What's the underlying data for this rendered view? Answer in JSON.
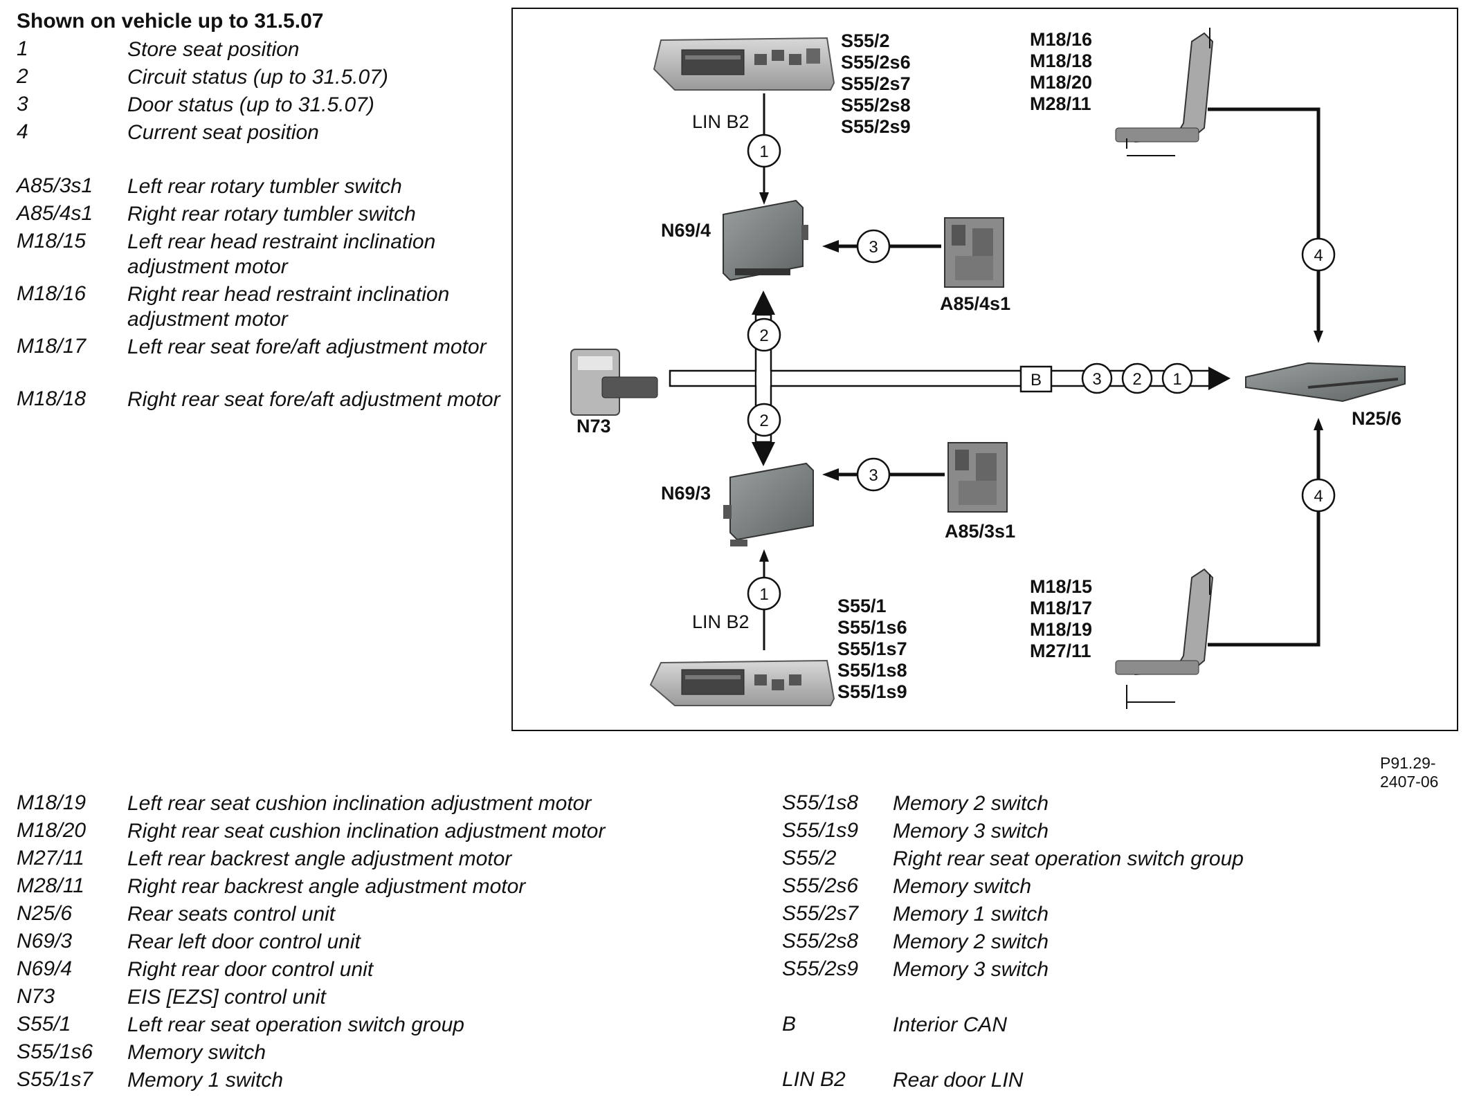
{
  "legend": {
    "title": "Shown on vehicle up to 31.5.07",
    "items": [
      {
        "code": "1",
        "desc": "Store seat position"
      },
      {
        "code": "2",
        "desc": "Circuit status (up to 31.5.07)"
      },
      {
        "code": "3",
        "desc": "Door status (up to 31.5.07)"
      },
      {
        "code": "4",
        "desc": "Current seat position"
      },
      {
        "code": "A85/3s1",
        "desc": "Left rear rotary tumbler switch"
      },
      {
        "code": "A85/4s1",
        "desc": "Right rear rotary tumbler switch"
      },
      {
        "code": "M18/15",
        "desc": "Left rear head restraint inclination adjustment motor"
      },
      {
        "code": "M18/16",
        "desc": "Right rear head restraint inclination adjustment motor"
      },
      {
        "code": "M18/17",
        "desc": "Left rear seat fore/aft adjustment motor"
      },
      {
        "code": "M18/18",
        "desc": "Right rear seat fore/aft adjustment motor"
      }
    ]
  },
  "bottom_left": [
    {
      "code": "M18/19",
      "desc": "Left rear seat cushion inclination adjustment motor"
    },
    {
      "code": "M18/20",
      "desc": "Right rear seat cushion inclination adjustment motor"
    },
    {
      "code": "M27/11",
      "desc": "Left rear backrest angle adjustment motor"
    },
    {
      "code": "M28/11",
      "desc": "Right rear backrest angle adjustment motor"
    },
    {
      "code": "N25/6",
      "desc": "Rear seats control unit"
    },
    {
      "code": "N69/3",
      "desc": "Rear left door control unit"
    },
    {
      "code": "N69/4",
      "desc": "Right rear door control unit"
    },
    {
      "code": "N73",
      "desc": "EIS [EZS] control unit"
    },
    {
      "code": "S55/1",
      "desc": "Left rear seat operation switch group"
    },
    {
      "code": "S55/1s6",
      "desc": "Memory switch"
    },
    {
      "code": "S55/1s7",
      "desc": "Memory 1 switch"
    }
  ],
  "bottom_right": [
    {
      "code": "S55/1s8",
      "desc": "Memory 2 switch"
    },
    {
      "code": "S55/1s9",
      "desc": "Memory 3 switch"
    },
    {
      "code": "S55/2",
      "desc": "Right rear seat operation switch group"
    },
    {
      "code": "S55/2s6",
      "desc": "Memory switch"
    },
    {
      "code": "S55/2s7",
      "desc": "Memory 1 switch"
    },
    {
      "code": "S55/2s8",
      "desc": "Memory 2 switch"
    },
    {
      "code": "S55/2s9",
      "desc": "Memory 3 switch"
    },
    {
      "code": "B",
      "desc": "Interior CAN"
    },
    {
      "code": "LIN B2",
      "desc": "Rear door LIN"
    }
  ],
  "diagram": {
    "top_switch_labels": [
      "S55/2",
      "S55/2s6",
      "S55/2s7",
      "S55/2s8",
      "S55/2s9"
    ],
    "bottom_switch_labels": [
      "S55/1",
      "S55/1s6",
      "S55/1s7",
      "S55/1s8",
      "S55/1s9"
    ],
    "right_seat_labels": [
      "M18/16",
      "M18/18",
      "M18/20",
      "M28/11"
    ],
    "left_seat_labels": [
      "M18/15",
      "M18/17",
      "M18/19",
      "M27/11"
    ],
    "n69_4": "N69/4",
    "n69_3": "N69/3",
    "a85_4s1": "A85/4s1",
    "a85_3s1": "A85/3s1",
    "n73": "N73",
    "n25_6": "N25/6",
    "lin_top": "LIN B2",
    "lin_bottom": "LIN B2",
    "bus_label": "B",
    "badges": {
      "one": "1",
      "two": "2",
      "three": "3",
      "four": "4"
    }
  },
  "reference": "P91.29-2407-06"
}
